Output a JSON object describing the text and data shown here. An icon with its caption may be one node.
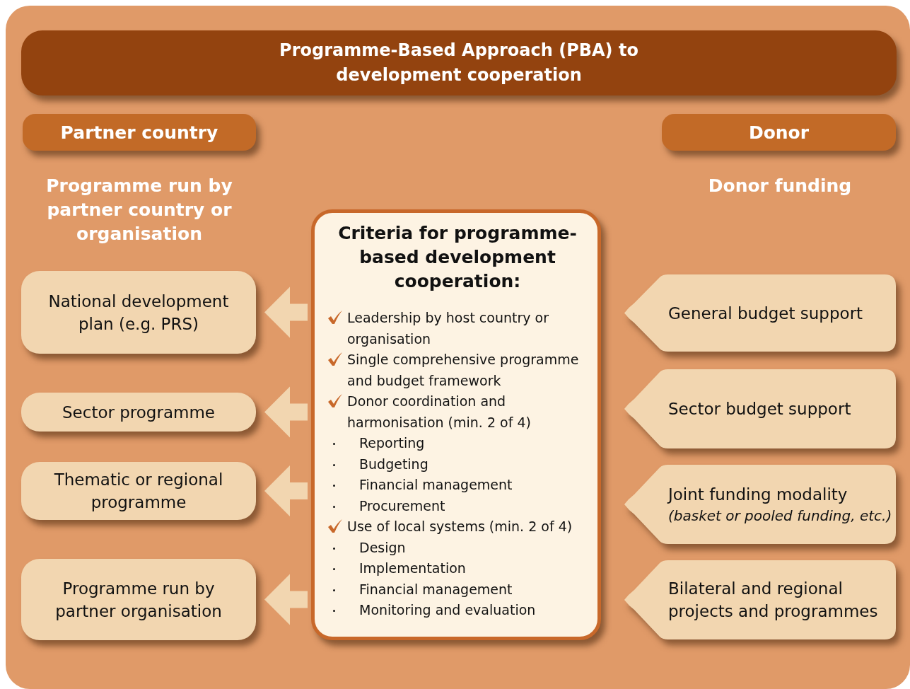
{
  "diagram": {
    "nodes": [
      {
        "text": [
          "Programme-Based Approach (PBA) to development cooperation"
        ]
      },
      {
        "text": [
          "Partner country"
        ]
      },
      {
        "text": [
          "Donor"
        ]
      },
      {
        "text": [
          "Criteria for programme-based development cooperation:",
          "Leadership by host country or organisation",
          "Single comprehensive programme and budget framework",
          "Donor coordination and harmonisation (min. 2 of 4)",
          "Reporting",
          "Budgeting",
          "Financial management",
          "Procurement",
          "Use of local systems (min. 2 of 4)",
          "Design",
          "Implementation",
          "Financial management",
          "Monitoring and evaluation"
        ]
      },
      {
        "text": [
          "National development plan (e.g. PRS)"
        ]
      },
      {
        "text": [
          "Sector programme"
        ]
      },
      {
        "text": [
          "Thematic or regional programme"
        ]
      },
      {
        "text": [
          "Programme run by partner organisation"
        ]
      },
      {
        "text": [
          "General budget support"
        ]
      },
      {
        "text": [
          "Sector budget support"
        ]
      },
      {
        "text": [
          "Joint funding modality",
          "(basket or pooled funding, etc.)"
        ]
      },
      {
        "text": [
          "Bilateral and regional projects and programmes"
        ]
      }
    ],
    "edges": [
      {
        "from": 3,
        "to": 4,
        "arrow": "to"
      },
      {
        "from": 3,
        "to": 5,
        "arrow": "to"
      },
      {
        "from": 3,
        "to": 6,
        "arrow": "to"
      },
      {
        "from": 3,
        "to": 7,
        "arrow": "to"
      }
    ],
    "labels": [
      "Programme run by partner country or organisation",
      "Donor funding"
    ]
  }
}
